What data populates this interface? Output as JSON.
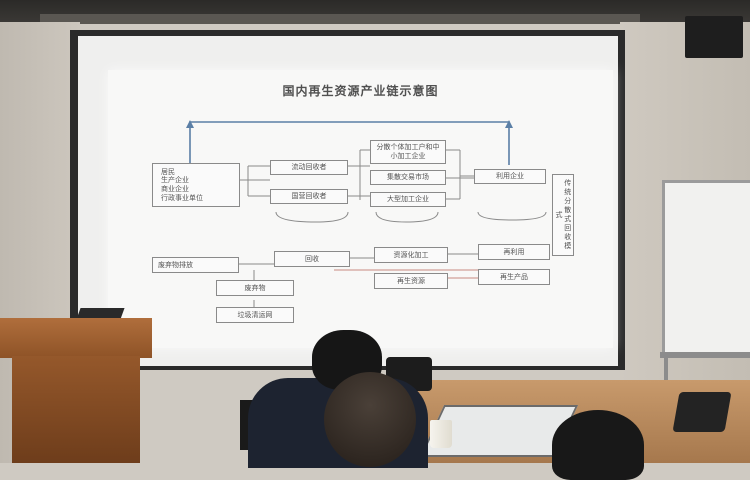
{
  "slide": {
    "title": "国内再生资源产业链示意图",
    "boxes": {
      "residents": "居民\n生产企业\n商业企业\n行政事业单位",
      "mobile_collectors": "流动回收者",
      "national_collectors": "国营回收者",
      "small_processors": "分散个体加工户和中\n小加工企业",
      "trading_market": "集散交易市场",
      "large_processors": "大型加工企业",
      "using_enterprises": "利用企业",
      "traditional_mode": "传统分散式回收模式",
      "waste_discharge": "废弃物排放",
      "recycling": "回收",
      "resource_processing": "资源化加工",
      "reuse": "再利用",
      "waste": "废弃物",
      "garbage_network": "垃圾清运网",
      "renewable_resources": "再生资源",
      "renewable_products": "再生产品"
    }
  },
  "colors": {
    "arrow_blue": "#5b7fa6",
    "box_border": "#8a8a8a",
    "red_line": "#c98a80"
  }
}
